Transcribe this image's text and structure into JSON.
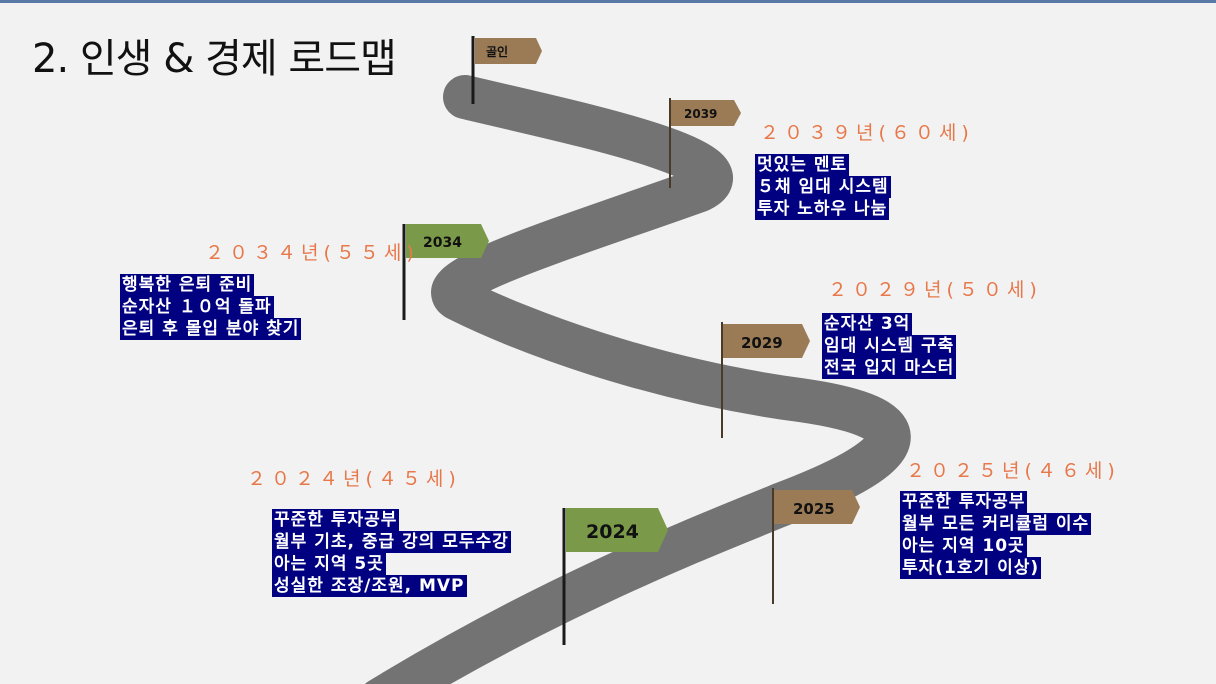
{
  "title": "2. 인생 & 경제 로드맵",
  "colors": {
    "road": "#737373",
    "flag_brown": "#9a7b55",
    "flag_green": "#7a9a4a",
    "pole": "#1a1a1a",
    "year_text": "#e8784a",
    "box_bg": "#000080"
  },
  "flags": {
    "goal": "골인",
    "f2039": "2039",
    "f2034": "2034",
    "f2029": "2029",
    "f2025": "2025",
    "f2024": "2024"
  },
  "milestones": {
    "m2039": {
      "year": "２０３９년(６０세)",
      "lines": [
        "멋있는 멘토",
        "５채 임대 시스템",
        "투자 노하우 나눔"
      ]
    },
    "m2034": {
      "year": "２０３４년(５５세)",
      "lines": [
        "행복한 은퇴 준비",
        "순자산 １０억 돌파",
        "은퇴 후 몰입 분야 찾기"
      ]
    },
    "m2029": {
      "year": "２０２９년(５０세)",
      "lines": [
        "순자산 3억",
        "임대 시스템 구축",
        "전국 입지 마스터"
      ]
    },
    "m2025": {
      "year": "２０２５년(４６세)",
      "lines": [
        "꾸준한 투자공부",
        "월부 모든 커리큘럼 이수",
        "아는 지역 10곳",
        "투자(1호기 이상)"
      ]
    },
    "m2024": {
      "year": "２０２４년(４５세)",
      "lines": [
        "꾸준한 투자공부",
        "월부 기초, 중급 강의 모두수강",
        "아는 지역 5곳",
        "성실한 조장/조원, MVP"
      ]
    }
  }
}
